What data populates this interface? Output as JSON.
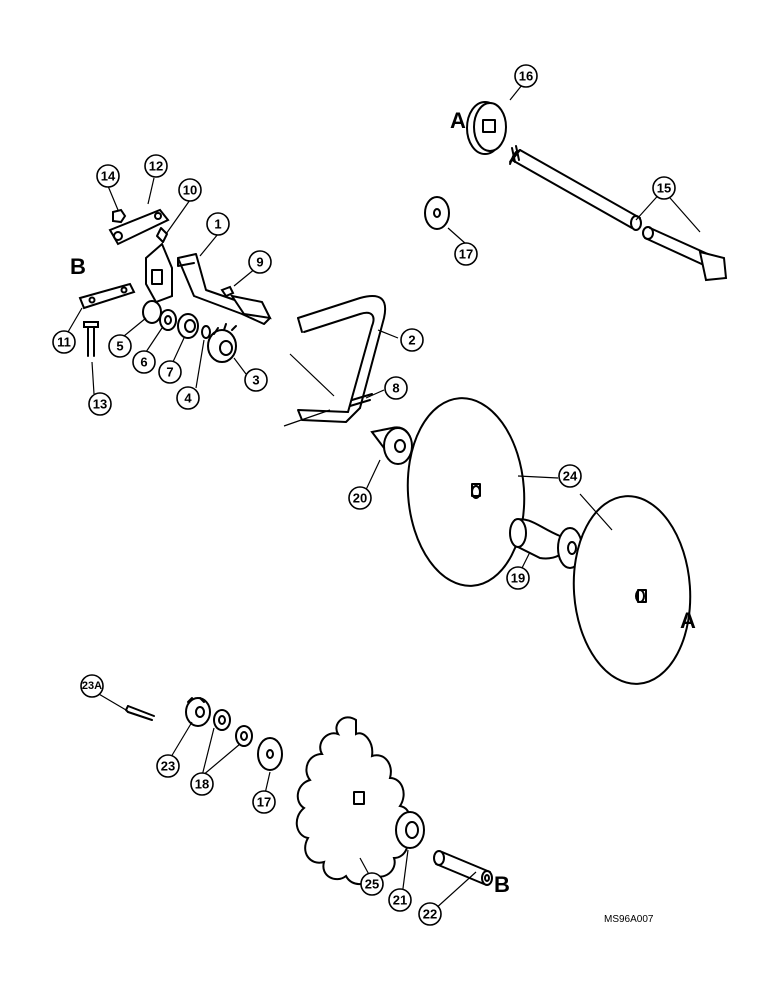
{
  "diagram": {
    "drawing_code": "MS96A007",
    "reference_letters": [
      "A",
      "B",
      "A",
      "B"
    ],
    "callouts": [
      "1",
      "2",
      "3",
      "4",
      "5",
      "6",
      "7",
      "8",
      "9",
      "10",
      "11",
      "12",
      "13",
      "14",
      "15",
      "16",
      "17",
      "17",
      "18",
      "19",
      "20",
      "21",
      "22",
      "23",
      "23A",
      "24",
      "25"
    ]
  }
}
